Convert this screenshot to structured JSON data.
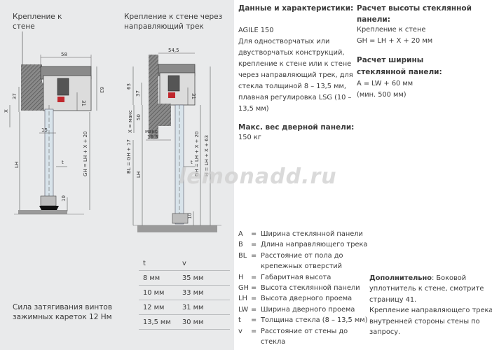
{
  "diagram1": {
    "caption": [
      "Крепление к",
      "стене"
    ],
    "dims": {
      "width": "58",
      "d37": "37",
      "d31": "31",
      "d63": "63",
      "x": "X",
      "d15": "15",
      "lh": "LH",
      "gh": "GH = LH + X + 20",
      "t": "t",
      "d10": "10"
    }
  },
  "diagram2": {
    "caption": [
      "Крепление к стене через",
      "направляющий трек"
    ],
    "dims": {
      "width": "54,5",
      "d63": "63",
      "d37": "37",
      "d31": "31",
      "xmax": "X = макс",
      "d50": "50",
      "max": "макс",
      "d165": "16,5",
      "bl": "BL = GH + 17",
      "lh": "LH",
      "gh": "GH = LH + X + 20",
      "h": "H = LH + X + 63",
      "t": "t",
      "d10": "10"
    }
  },
  "tightening": [
    "Сила затягивания винтов",
    "зажимных кареток 12 Нм"
  ],
  "tv_table": {
    "header": [
      "t",
      "v"
    ],
    "rows": [
      [
        "8 мм",
        "35 мм"
      ],
      [
        "10 мм",
        "33 мм"
      ],
      [
        "12 мм",
        "31 мм"
      ],
      [
        "13,5 мм",
        "30 мм"
      ]
    ]
  },
  "specs": {
    "title": "Данные и характеристики:",
    "model": "AGILE 150",
    "desc": [
      "Для одностворчатых или",
      "двустворчатых конструкций,",
      "крепление к стене или к стене",
      "через направляющий трек, для",
      "стекла толщиной 8 – 13,5 мм,",
      "плавная регулировка LSG (10 –",
      "13,5 мм)"
    ],
    "weight_title": "Макс. вес дверной панели:",
    "weight": "150 кг"
  },
  "height_calc": {
    "title": [
      "Расчет высоты стеклянной",
      "панели:"
    ],
    "lines": [
      "Крепление к стене",
      "GH = LH + X + 20 мм"
    ]
  },
  "width_calc": {
    "title": [
      "Расчет ширины",
      "стеклянной панели:"
    ],
    "lines": [
      "A = LW + 60 мм",
      "(мин. 500 мм)"
    ]
  },
  "glossary": [
    [
      "A",
      "=",
      "Ширина стеклянной панели"
    ],
    [
      "B",
      "=",
      "Длина направляющего трека"
    ],
    [
      "BL",
      "=",
      "Расстояние от пола до"
    ],
    [
      "",
      "",
      "крепежных отверстий"
    ],
    [
      "H",
      "=",
      "Габаритная высота"
    ],
    [
      "GH",
      "=",
      "Высота стеклянной панели"
    ],
    [
      "LH",
      "=",
      "Высота дверного проема"
    ],
    [
      "LW",
      "=",
      "Ширина дверного проема"
    ],
    [
      "t",
      "=",
      "Толщина стекла (8 – 13,5 мм)"
    ],
    [
      "v",
      "=",
      "Расстояние от стены до"
    ],
    [
      "",
      "",
      "стекла"
    ]
  ],
  "additional": {
    "label": "Дополнительно",
    "text1_rest": ": Боковой",
    "text1": [
      "уплотнитель к стене, смотрите",
      "страницу 41."
    ],
    "text2": [
      "Крепление направляющего трека с",
      "внутренней стороны стены по",
      "запросу."
    ]
  },
  "watermark": "lemonadd.ru"
}
